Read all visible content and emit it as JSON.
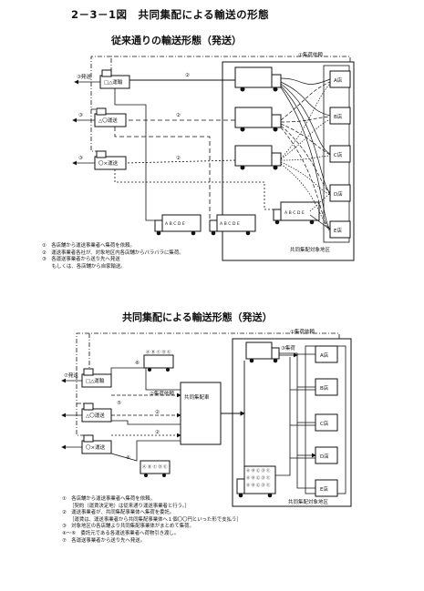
{
  "figure_title": "2－3－1図　共同集配による輸送の形態",
  "top": {
    "title": "従来通りの輸送形態（発送）",
    "request_label": "①集荷依頼",
    "ship_label": "③発送",
    "carriers": [
      "□△運輸",
      "△〇運送",
      "〇×運送"
    ],
    "mark_3": "③",
    "mark_2": "②",
    "stores": [
      "A店",
      "B店",
      "C店",
      "D店",
      "E店"
    ],
    "truck_cargo": "A B C D E",
    "area_label": "共同集配対象地区",
    "notes": [
      "①　各店舗から運送事業者へ集荷を依頼。",
      "②　運送事業者各社が、対象地区内各店舗からバラバラに集荷。",
      "③　各運送事業者から送り先へ発送",
      "　　もしくは、各店舗から自家輸送。"
    ]
  },
  "bottom": {
    "title": "共同集配による輸送形態（発送）",
    "request_label": "①集荷依頼",
    "ship_label": "⑦発送",
    "carriers": [
      "□△運輸",
      "△〇運送",
      "〇×運送"
    ],
    "pickup_request_label": "②集荷依頼",
    "collect_label": "③集荷",
    "hub_label": "共同集配車",
    "mark_4": "④",
    "mark_5": "⑤",
    "mark_6": "⑥",
    "mark_2": "②",
    "stores": [
      "A店",
      "B店",
      "C店",
      "D店",
      "E店"
    ],
    "cargo_rows": [
      "Ⓐ Ⓑ Ⓒ Ⓓ Ⓔ",
      "Ⓐ Ⓑ Ⓒ Ⓓ Ⓔ",
      "Ⓐ Ⓑ Ⓒ Ⓓ Ⓔ"
    ],
    "area_label": "共同集配対象地区",
    "notes": [
      "①　各店舗から運送事業者へ集荷を依頼。",
      "　　［契約（運賃決定地）は従来通り運送事業者と行う。］",
      "②　運送事業者が、共同集配事業体へ集荷を委託。",
      "　　［運賃は、運送事業者から共同集配事業体へ１個〇〇円といった形で支払う］",
      "③　対象地区の各店舗より共同集配事業体がまとめて集荷。",
      "④～⑥　委託元である各運送事業者へ荷物引き渡し。",
      "⑦　各運送事業者から送り先へ発送。"
    ]
  }
}
